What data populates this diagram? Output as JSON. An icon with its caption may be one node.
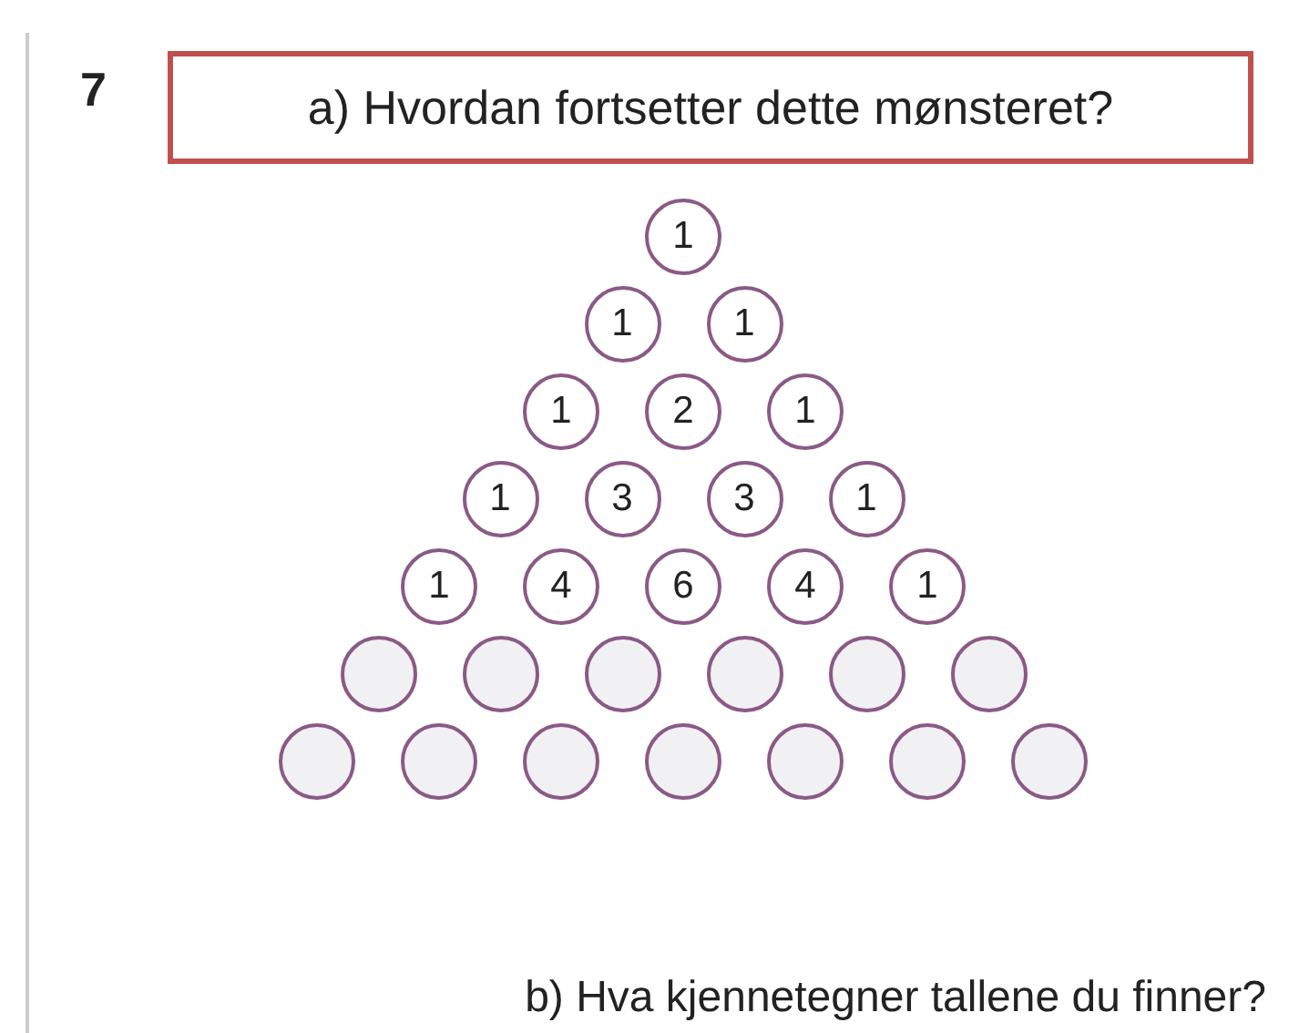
{
  "diagram": {
    "nodes": [
      {
        "text": [
          "a) Hvordan fortsetter dette mønsteret?"
        ]
      },
      {
        "text": [
          "1"
        ]
      },
      {
        "text": [
          "1"
        ]
      },
      {
        "text": [
          "1"
        ]
      },
      {
        "text": [
          "1"
        ]
      },
      {
        "text": [
          "2"
        ]
      },
      {
        "text": [
          "1"
        ]
      },
      {
        "text": [
          "1"
        ]
      },
      {
        "text": [
          "3"
        ]
      },
      {
        "text": [
          "3"
        ]
      },
      {
        "text": [
          "1"
        ]
      },
      {
        "text": [
          "1"
        ]
      },
      {
        "text": [
          "4"
        ]
      },
      {
        "text": [
          "6"
        ]
      },
      {
        "text": [
          "4"
        ]
      },
      {
        "text": [
          "1"
        ]
      },
      {
        "text": [],
        "shape": "circle"
      },
      {
        "text": [],
        "shape": "circle"
      },
      {
        "text": [],
        "shape": "circle"
      },
      {
        "text": [],
        "shape": "circle"
      },
      {
        "text": [],
        "shape": "circle"
      },
      {
        "text": [],
        "shape": "circle"
      },
      {
        "text": [],
        "shape": "circle"
      },
      {
        "text": [],
        "shape": "circle"
      },
      {
        "text": [],
        "shape": "circle"
      },
      {
        "text": [],
        "shape": "circle"
      },
      {
        "text": [],
        "shape": "circle"
      },
      {
        "text": [],
        "shape": "circle"
      },
      {
        "text": [],
        "shape": "circle"
      }
    ],
    "edges": [],
    "labels": [
      "7",
      "b) Hva kjennetegner tallene du finner?"
    ]
  }
}
